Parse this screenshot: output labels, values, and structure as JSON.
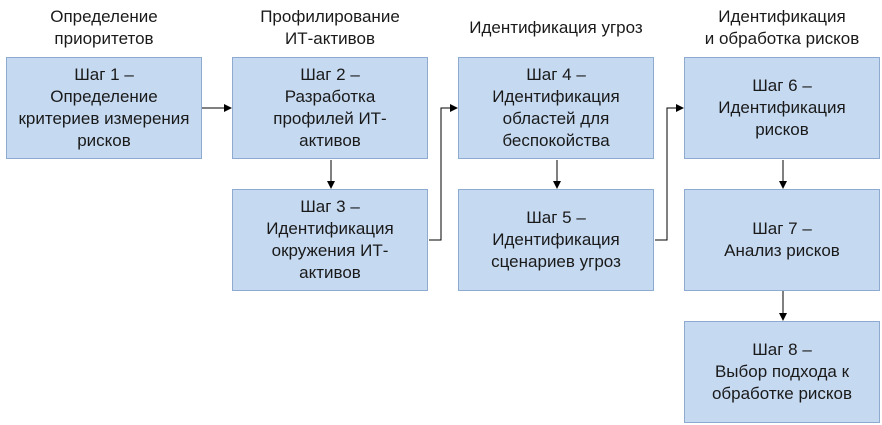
{
  "phases": [
    {
      "title": "Определение\nприоритетов"
    },
    {
      "title": "Профилирование\nИТ-активов"
    },
    {
      "title": "Идентификация угроз"
    },
    {
      "title": "Идентификация\nи обработка рисков"
    }
  ],
  "steps": {
    "s1": {
      "line1": "Шаг 1 –",
      "line2": "Определение",
      "line3": "критериев измерения",
      "line4": "рисков"
    },
    "s2": {
      "line1": "Шаг 2 –",
      "line2": "Разработка",
      "line3": "профилей ИТ-",
      "line4": "активов"
    },
    "s3": {
      "line1": "Шаг 3 –",
      "line2": "Идентификация",
      "line3": "окружения ИТ-",
      "line4": "активов"
    },
    "s4": {
      "line1": "Шаг 4 –",
      "line2": "Идентификация",
      "line3": "областей для",
      "line4": "беспокойства"
    },
    "s5": {
      "line1": "Шаг 5 –",
      "line2": "Идентификация",
      "line3": "сценариев угроз"
    },
    "s6": {
      "line1": "Шаг 6 –",
      "line2": "Идентификация",
      "line3": "рисков"
    },
    "s7": {
      "line1": "Шаг 7 –",
      "line2": "Анализ рисков"
    },
    "s8": {
      "line1": "Шаг 8 –",
      "line2": "Выбор подхода к",
      "line3": "обработке рисков"
    }
  },
  "colors": {
    "box_fill": "#c5d9f1",
    "box_border": "#8eaad0",
    "arrow": "#000000"
  }
}
